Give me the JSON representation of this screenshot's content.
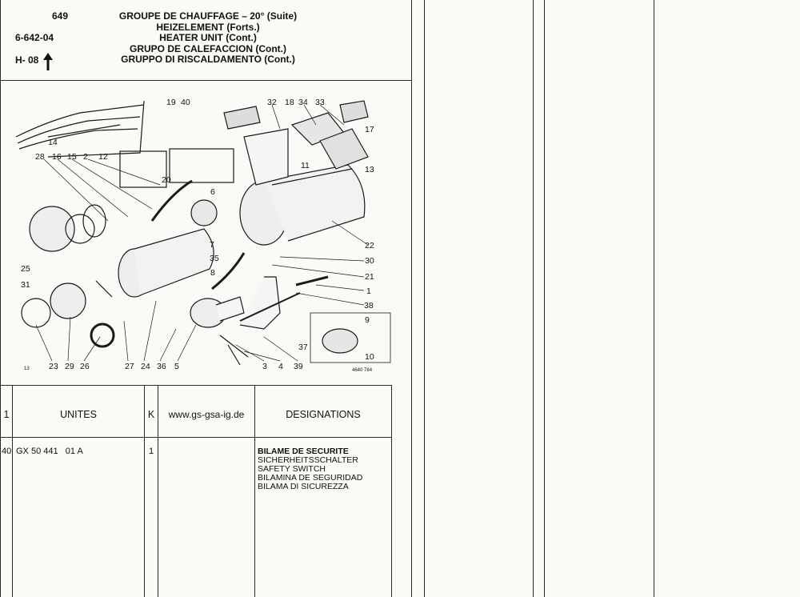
{
  "header": {
    "page_number": "649",
    "reference": "6-642-04",
    "group_code": "H- 08",
    "arrow": "up-arrow-icon",
    "titles": [
      "GROUPE DE CHAUFFAGE – 20° (Suite)",
      "HEIZELEMENT (Forts.)",
      "HEATER UNIT (Cont.)",
      "GRUPO DE CALEFACCION (Cont.)",
      "GRUPPO DI RISCALDAMENTO (Cont.)"
    ]
  },
  "diagram": {
    "callouts": [
      "19",
      "40",
      "32",
      "18",
      "34",
      "33",
      "17",
      "14",
      "28",
      "16",
      "15",
      "2",
      "12",
      "6",
      "20",
      "13",
      "11",
      "22",
      "30",
      "21",
      "1",
      "38",
      "9",
      "10",
      "37",
      "39",
      "3",
      "4",
      "5",
      "36",
      "24",
      "27",
      "26",
      "29",
      "23",
      "31",
      "25",
      "35",
      "8",
      "7"
    ],
    "corner_mark": "13",
    "drawing_ref": "4640 784"
  },
  "table": {
    "headers": {
      "item": "1",
      "units": "UNITES",
      "k": "K",
      "website": "www.gs-gsa-ig.de",
      "designations": "DESIGNATIONS"
    },
    "rows": [
      {
        "item": "40",
        "part_number": "GX 50 441   01 A",
        "qty": "1",
        "designations": [
          "BILAME DE SECURITE",
          "SICHERHEITSSCHALTER",
          "SAFETY SWITCH",
          "BILAMINA DE SEGURIDAD",
          "BILAMA DI SICUREZZA"
        ]
      }
    ]
  }
}
